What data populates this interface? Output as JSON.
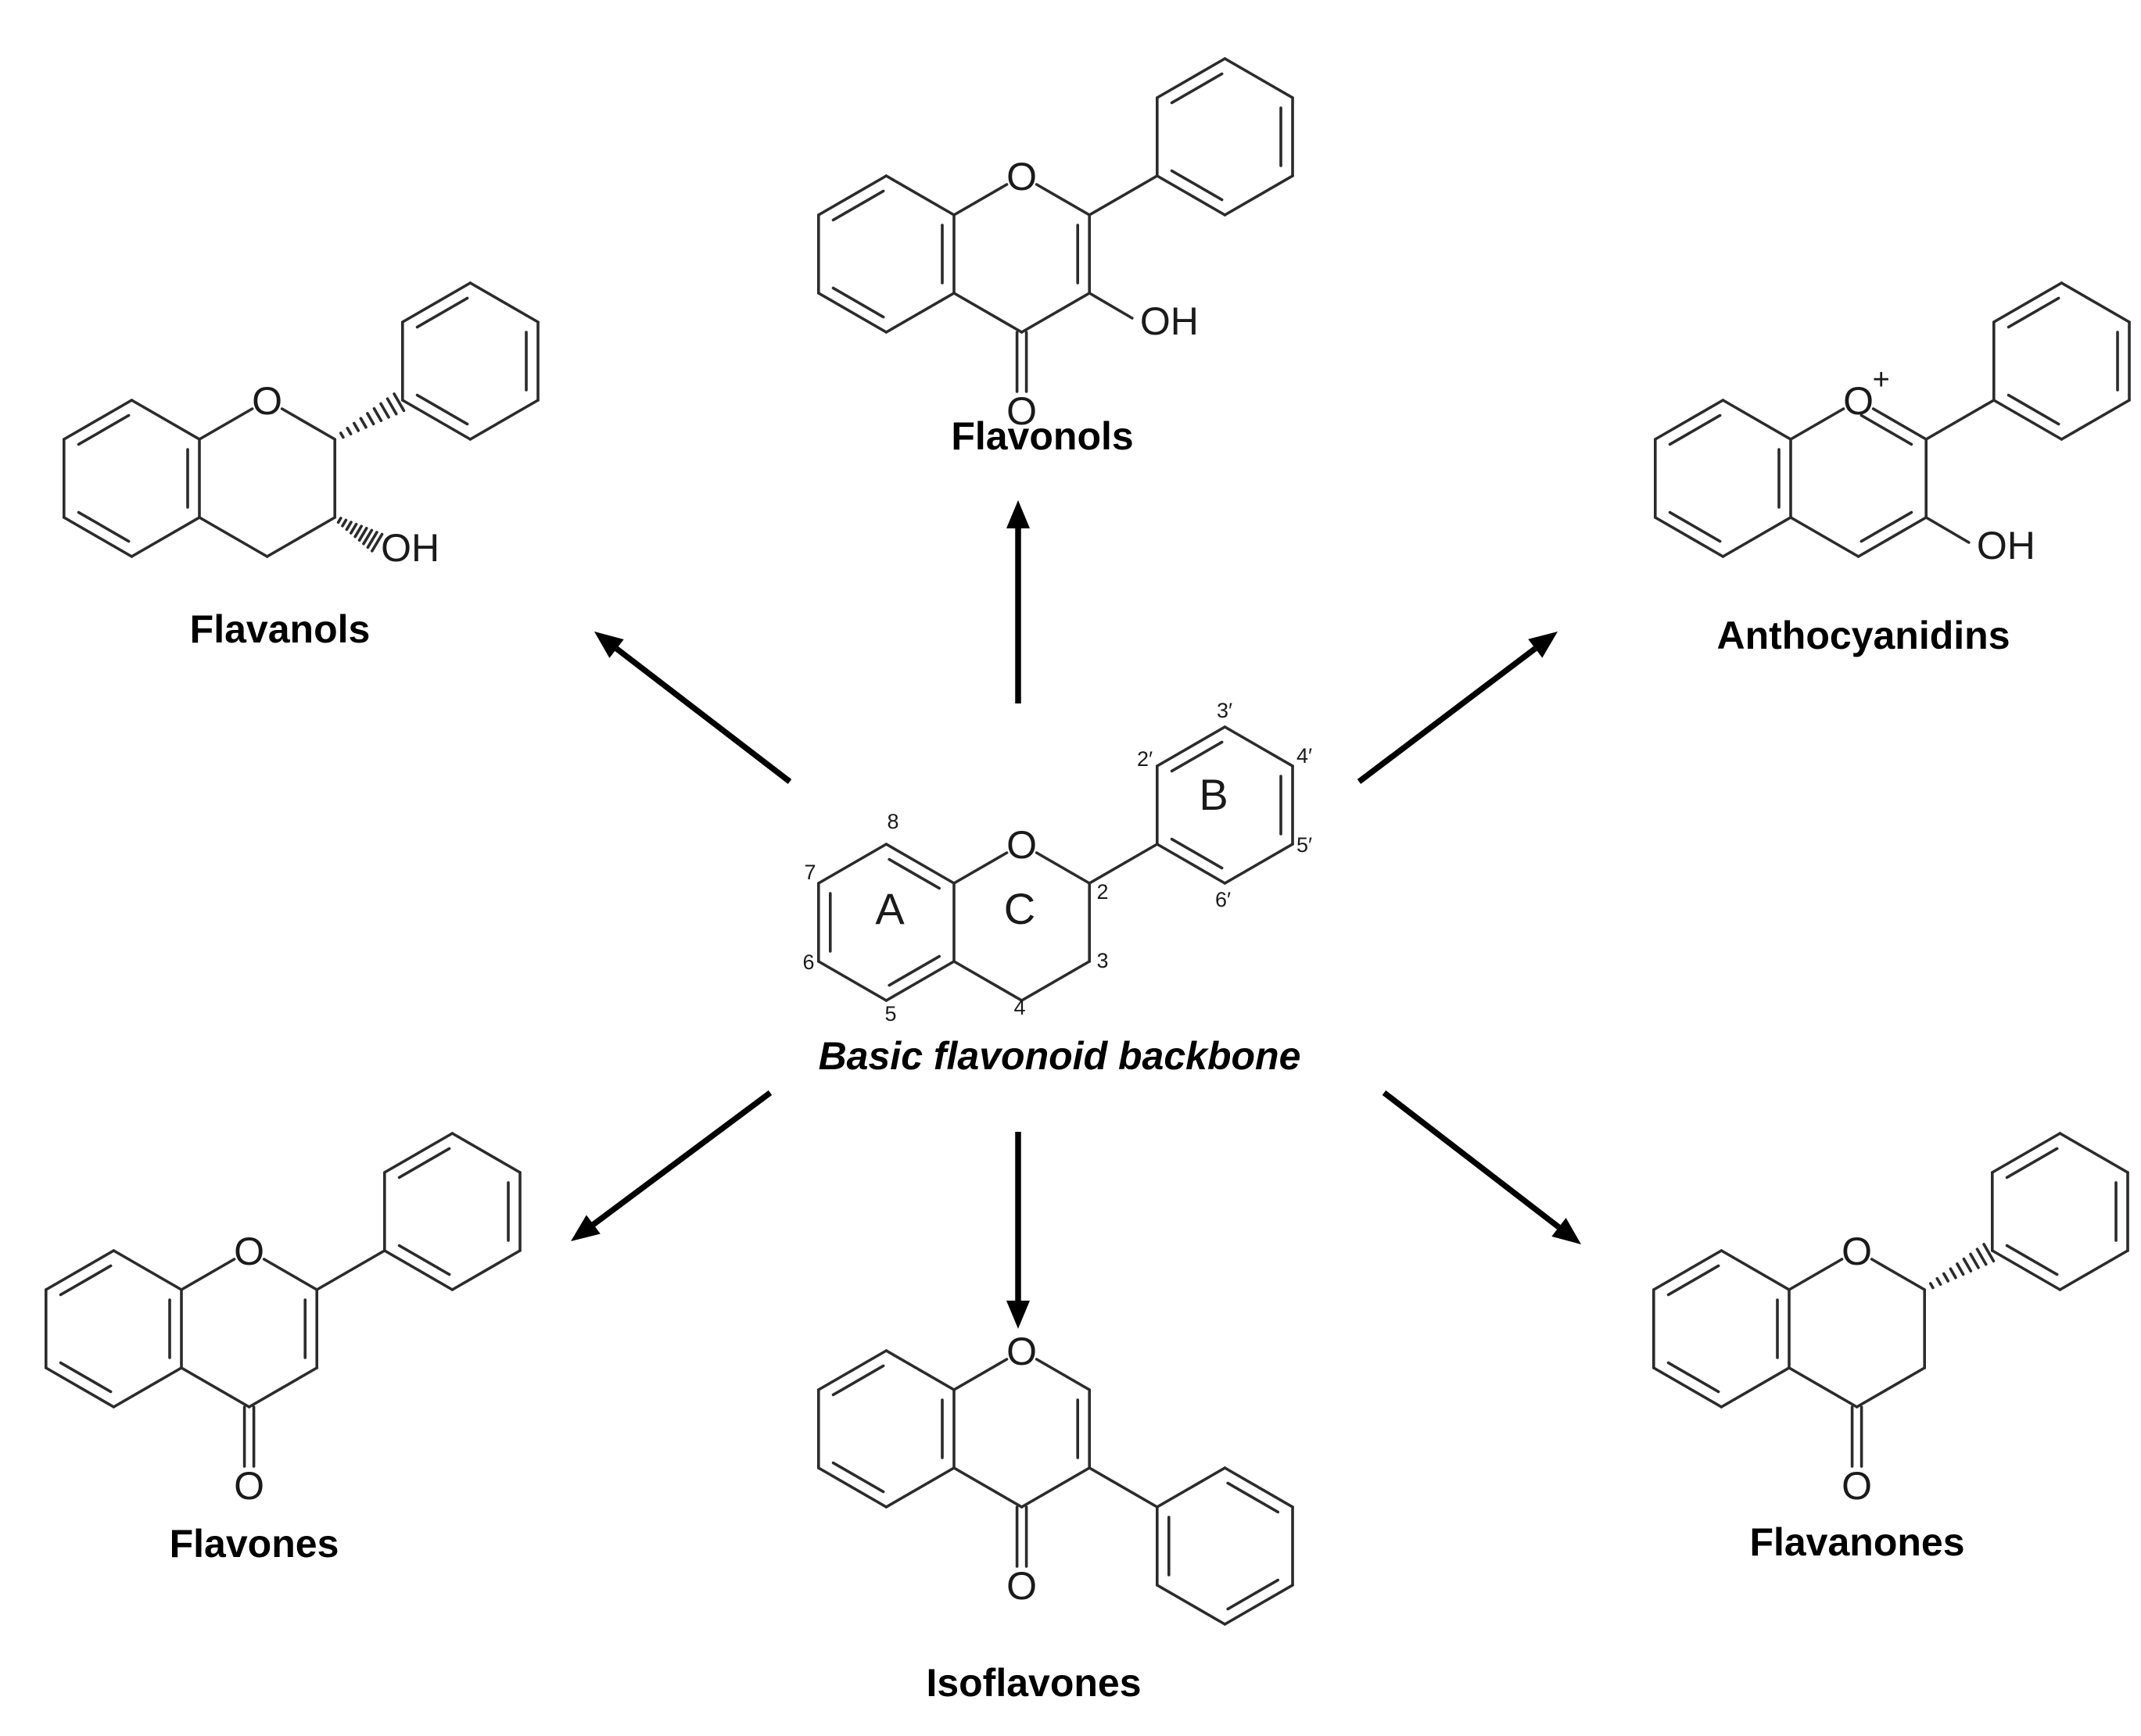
{
  "diagram": {
    "center": {
      "label": "Basic flavonoid backbone",
      "ring_letters": {
        "A": "A",
        "B": "B",
        "C": "C"
      },
      "positions": {
        "p2": "2",
        "p3": "3",
        "p4": "4",
        "p5": "5",
        "p6": "6",
        "p7": "7",
        "p8": "8",
        "p2p": "2′",
        "p3p": "3′",
        "p4p": "4′",
        "p5p": "5′",
        "p6p": "6′"
      }
    },
    "classes": {
      "flavonols": "Flavonols",
      "flavanols": "Flavanols",
      "anthocyanidins": "Anthocyanidins",
      "flavones": "Flavones",
      "isoflavones": "Isoflavones",
      "flavanones": "Flavanones"
    },
    "atoms": {
      "oxygen": "O",
      "hydroxyl": "OH",
      "charge": "+"
    }
  }
}
